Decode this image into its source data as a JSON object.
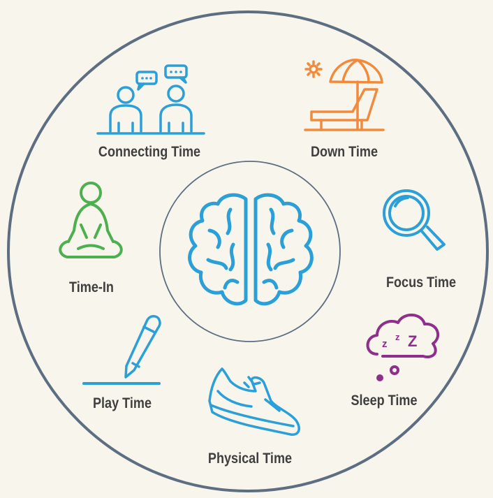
{
  "colors": {
    "background": "#f7f5ec",
    "outer_ring": "#5d6e82",
    "inner_ring": "#5d6e82",
    "label_text": "#3f3f3f",
    "blue": "#2a9fd8",
    "orange": "#f28a3c",
    "green": "#4cb050",
    "purple": "#8e2f8c"
  },
  "center": {
    "icon": "brain-icon"
  },
  "segments": [
    {
      "id": "connecting",
      "label": "Connecting Time",
      "icon": "conversation-people-icon",
      "color": "blue"
    },
    {
      "id": "down",
      "label": "Down Time",
      "icon": "beach-chair-umbrella-icon",
      "color": "orange"
    },
    {
      "id": "focus",
      "label": "Focus Time",
      "icon": "magnifying-glass-icon",
      "color": "blue"
    },
    {
      "id": "sleep",
      "label": "Sleep Time",
      "icon": "sleep-cloud-icon",
      "color": "purple"
    },
    {
      "id": "physical",
      "label": "Physical Time",
      "icon": "sneaker-icon",
      "color": "blue"
    },
    {
      "id": "play",
      "label": "Play Time",
      "icon": "pencil-drawing-icon",
      "color": "blue"
    },
    {
      "id": "timein",
      "label": "Time-In",
      "icon": "meditation-icon",
      "color": "green"
    }
  ]
}
